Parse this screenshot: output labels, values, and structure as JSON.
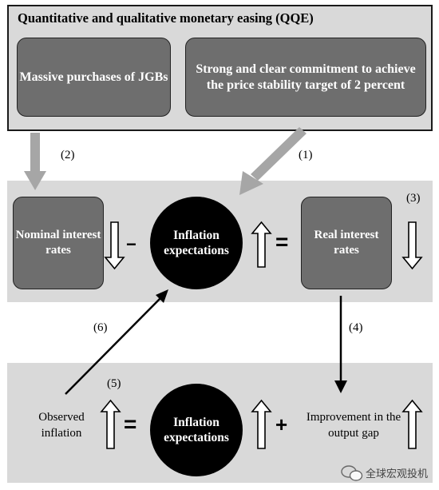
{
  "qqe": {
    "title": "Quantitative and qualitative monetary easing (QQE)",
    "box_jgb": "Massive purchases of JGBs",
    "box_commitment": "Strong and clear commitment to achieve the price stability target of 2 percent"
  },
  "middle": {
    "nominal": "Nominal interest rates",
    "minus": "−",
    "expectations": "Inflation expectations",
    "equals": "=",
    "real": "Real interest rates"
  },
  "bottom": {
    "observed": "Observed inflation",
    "equals": "=",
    "expectations": "Inflation expectations",
    "plus": "+",
    "improvement": "Improvement in the output gap"
  },
  "steps": {
    "s1": "(1)",
    "s2": "(2)",
    "s3": "(3)",
    "s4": "(4)",
    "s5": "(5)",
    "s6": "(6)"
  },
  "arrows": {
    "nominal": "down",
    "mid_expectations": "up",
    "real": "down",
    "observed": "up",
    "bot_expectations": "up",
    "improvement": "up"
  },
  "watermark": {
    "text": "全球宏观投机",
    "icon": "wechat-icon"
  },
  "colors": {
    "band": "#d9d9d9",
    "dark_box": "#6e6e6e",
    "circle": "#000000",
    "gray_arrow": "#a6a6a6"
  }
}
